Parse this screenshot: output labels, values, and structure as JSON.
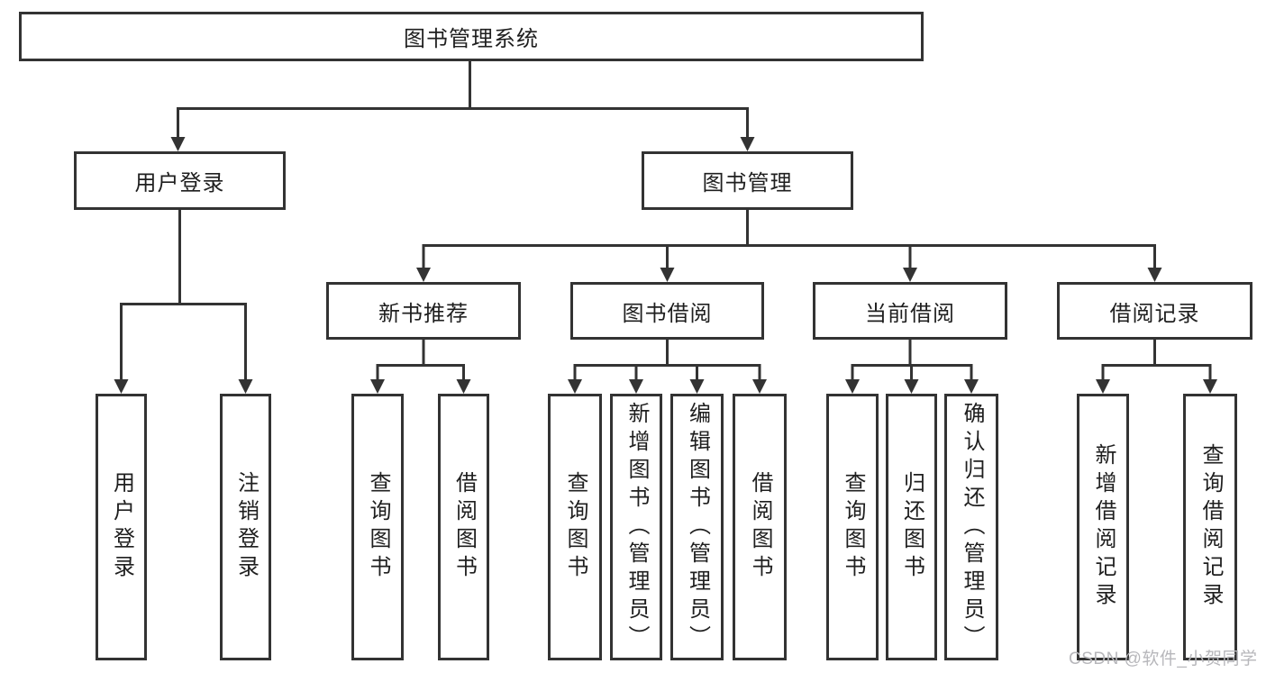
{
  "diagram": {
    "root": {
      "label": "图书管理系统"
    },
    "branches": {
      "user_login": {
        "label": "用户登录",
        "children": [
          {
            "label": "用户登录"
          },
          {
            "label": "注销登录"
          }
        ]
      },
      "book_management": {
        "label": "图书管理",
        "children": [
          {
            "label": "新书推荐",
            "children": [
              {
                "label": "查询图书"
              },
              {
                "label": "借阅图书"
              }
            ]
          },
          {
            "label": "图书借阅",
            "children": [
              {
                "label": "查询图书"
              },
              {
                "label": "新增图书（管理员）"
              },
              {
                "label": "编辑图书（管理员）"
              },
              {
                "label": "借阅图书"
              }
            ]
          },
          {
            "label": "当前借阅",
            "children": [
              {
                "label": "查询图书"
              },
              {
                "label": "归还图书"
              },
              {
                "label": "确认归还（管理员）"
              }
            ]
          },
          {
            "label": "借阅记录",
            "children": [
              {
                "label": "新增借阅记录"
              },
              {
                "label": "查询借阅记录"
              }
            ]
          }
        ]
      }
    }
  },
  "watermark": {
    "text": "CSDN @软件_小贺同学"
  },
  "colors": {
    "line": "#333333",
    "box_border": "#333333",
    "text": "#1f1f1f",
    "watermark": "#b7b7bb",
    "background": "#ffffff"
  }
}
